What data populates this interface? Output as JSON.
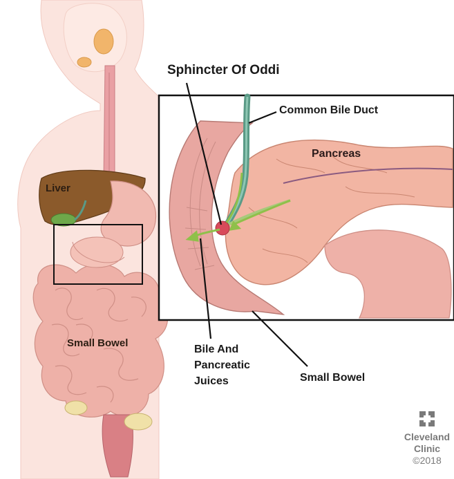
{
  "labels": {
    "sphincter": "Sphincter Of Oddi",
    "common_bile_duct": "Common Bile Duct",
    "pancreas": "Pancreas",
    "liver": "Liver",
    "small_bowel_left": "Small Bowel",
    "bile_juices": "Bile And Pancreatic Juices",
    "small_bowel_right": "Small Bowel"
  },
  "logo": {
    "line1": "Cleveland",
    "line2": "Clinic",
    "copyright": "©2018"
  },
  "colors": {
    "skin": "#f6d3cb",
    "liver": "#8b5a2b",
    "intestine": "#e8a8a0",
    "pancreas": "#f2b5a3",
    "bile_duct": "#5a9a86",
    "flow_arrow": "#8fc04a",
    "frame": "#111111"
  }
}
